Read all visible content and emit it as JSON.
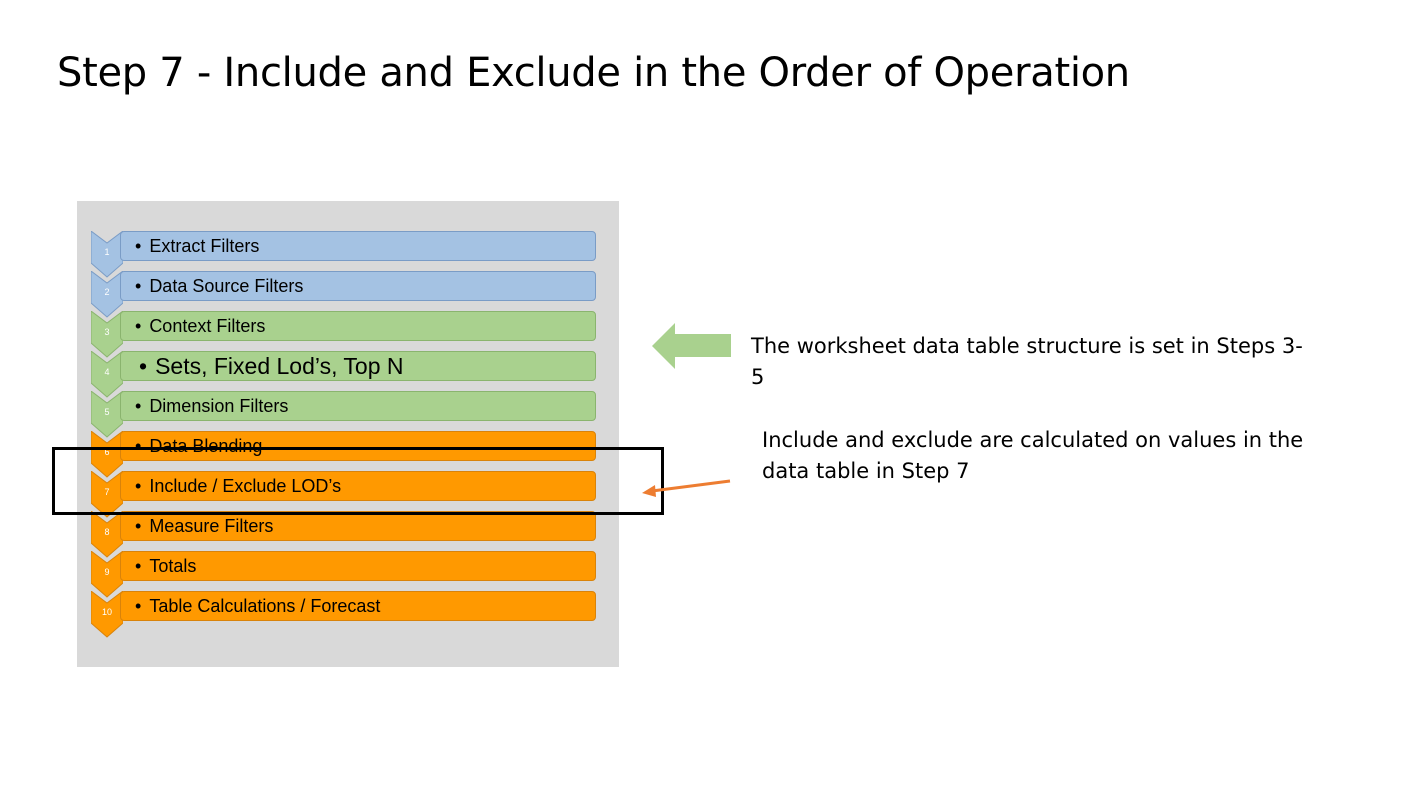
{
  "title": "Step 7 - Include and Exclude in the Order of Operation",
  "steps": [
    {
      "num": "1",
      "label": "Extract Filters",
      "color": "#a4c2e3",
      "border": "#7a9cc6"
    },
    {
      "num": "2",
      "label": "Data Source Filters",
      "color": "#a4c2e3",
      "border": "#7a9cc6"
    },
    {
      "num": "3",
      "label": "Context Filters",
      "color": "#a9d18e",
      "border": "#8ab46e"
    },
    {
      "num": "4",
      "label": "Sets, Fixed Lod’s, Top N",
      "color": "#a9d18e",
      "border": "#8ab46e"
    },
    {
      "num": "5",
      "label": "Dimension Filters",
      "color": "#a9d18e",
      "border": "#8ab46e"
    },
    {
      "num": "6",
      "label": "Data Blending",
      "color": "#ff9900",
      "border": "#d9830a"
    },
    {
      "num": "7",
      "label": "Include / Exclude LOD’s",
      "color": "#ff9900",
      "border": "#d9830a"
    },
    {
      "num": "8",
      "label": "Measure Filters",
      "color": "#ff9900",
      "border": "#d9830a"
    },
    {
      "num": "9",
      "label": "Totals",
      "color": "#ff9900",
      "border": "#d9830a"
    },
    {
      "num": "10",
      "label": "Table Calculations / Forecast",
      "color": "#ff9900",
      "border": "#d9830a"
    }
  ],
  "bullet": "•",
  "notes": {
    "structure": "The worksheet data table structure is set in Steps 3-5",
    "include_exclude": "Include and exclude are calculated on values in the data table in Step 7"
  },
  "colors": {
    "green_arrow": "#a9d18e",
    "orange_arrow": "#ed7d31",
    "highlight_border": "#000000",
    "panel_bg": "#d9d9d9"
  }
}
